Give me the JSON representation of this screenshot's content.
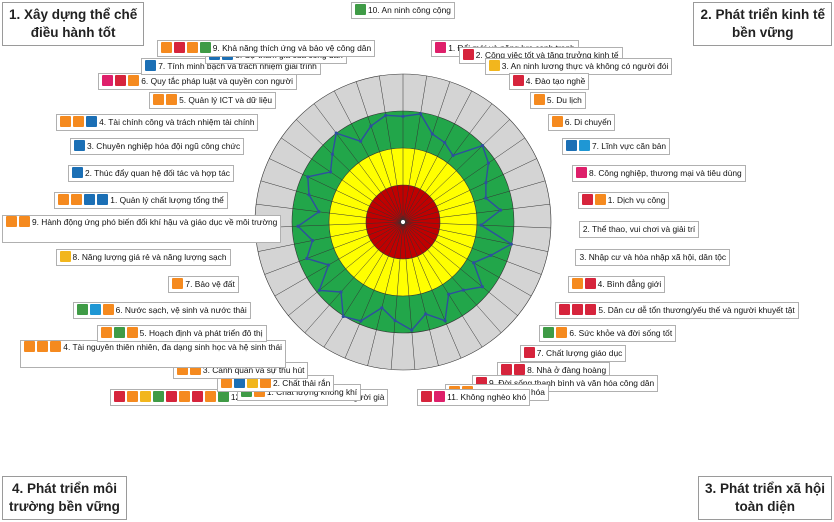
{
  "corners": {
    "top_left": [
      "1. Xây dựng thể chế",
      "điều hành tốt"
    ],
    "top_right": [
      "2. Phát triển kinh tế",
      "bền vững"
    ],
    "bottom_left": [
      "4. Phát triển môi",
      "trường bền vững"
    ],
    "bottom_right": [
      "3. Phát triển xã hội",
      "toàn diện"
    ]
  },
  "colors": {
    "red": "#c00000",
    "yellow": "#ffff00",
    "green": "#22a64a",
    "gray": "#d4d4d4",
    "line": "#2e4f9e",
    "sdg_orange": "#f58a1f",
    "sdg_red": "#d6243c",
    "sdg_green": "#3f9b46",
    "sdg_blue": "#1b6fb5",
    "sdg_teal": "#1f97d4",
    "sdg_gold": "#f2b61d",
    "sdg_pink": "#de1f6a"
  },
  "chart_data": {
    "type": "radar",
    "ring_scale": [
      0,
      25,
      50,
      75,
      100
    ],
    "ring_colors": [
      "red",
      "yellow",
      "green",
      "gray"
    ],
    "categories": [
      {
        "label": "10. An ninh công cộng",
        "icons": [
          "sdg_green"
        ],
        "value": 71.4
      },
      {
        "label": "1. Đổi mới và năng lực cạnh tranh",
        "icons": [
          "sdg_pink"
        ],
        "value": 74.0
      },
      {
        "label": "2. Công việc tốt và tăng trưởng kinh tế",
        "icons": [
          "sdg_red"
        ],
        "value": 62.7
      },
      {
        "label": "3. An ninh lương thực và không có người đói",
        "icons": [
          "sdg_gold"
        ],
        "value": 60.6
      },
      {
        "label": "4. Đào tạo nghề",
        "icons": [
          "sdg_red"
        ],
        "value": 56.2
      },
      {
        "label": "5. Du lịch",
        "icons": [
          "sdg_orange"
        ],
        "value": 74.5
      },
      {
        "label": "6. Di chuyển",
        "icons": [
          "sdg_orange"
        ],
        "value": 70.1
      },
      {
        "label": "7. Lĩnh vực căn bản",
        "icons": [
          "sdg_blue",
          "sdg_teal"
        ],
        "value": 62.0
      },
      {
        "label": "8. Công nghiệp, thương mại và tiêu dùng",
        "icons": [
          "sdg_pink"
        ],
        "value": 58.3
      },
      {
        "label": "1. Dịch vụ công",
        "icons": [
          "sdg_red",
          "sdg_orange"
        ],
        "value": 66.4
      },
      {
        "label": "2. Thể thao, vui chơi và giải trí",
        "icons": [],
        "value": 52.8
      },
      {
        "label": "3. Nhập cư và hòa nhập xã hội, dân tộc",
        "icons": [],
        "value": 74.7
      },
      {
        "label": "4. Bình đẳng giới",
        "icons": [
          "sdg_orange",
          "sdg_red"
        ],
        "value": 63.5
      },
      {
        "label": "5. Dân cư dễ tổn thương/yếu thế và người khuyết tật",
        "icons": [
          "sdg_red",
          "sdg_red",
          "sdg_red"
        ],
        "value": 55.1
      },
      {
        "label": "6. Sức khỏe và đời sống tốt",
        "icons": [
          "sdg_green",
          "sdg_orange"
        ],
        "value": 69.2
      },
      {
        "label": "7. Chất lượng giáo dục",
        "icons": [
          "sdg_red"
        ],
        "value": 61.5
      },
      {
        "label": "8. Nhà ở đàng hoàng",
        "icons": [
          "sdg_red",
          "sdg_red"
        ],
        "value": 57.7
      },
      {
        "label": "9. Đời sống thanh bình và văn hóa công dân",
        "icons": [
          "sdg_red"
        ],
        "value": 72.5
      },
      {
        "label": "10. Di sản văn hóa",
        "icons": [
          "sdg_orange",
          "sdg_orange"
        ],
        "value": 64.0
      },
      {
        "label": "11. Không nghèo khó",
        "icons": [
          "sdg_red",
          "sdg_pink"
        ],
        "value": 73.3
      },
      {
        "label": "12. Trẻ em, thanh thiếu niên và người già",
        "icons": [
          "sdg_red",
          "sdg_orange",
          "sdg_gold",
          "sdg_green",
          "sdg_red",
          "sdg_orange",
          "sdg_red",
          "sdg_orange",
          "sdg_green"
        ],
        "value": 66.8
      },
      {
        "label": "1. Chất lượng không khí",
        "icons": [
          "sdg_green",
          "sdg_orange"
        ],
        "value": 59.7
      },
      {
        "label": "2. Chất thải rắn",
        "icons": [
          "sdg_orange",
          "sdg_blue",
          "sdg_gold",
          "sdg_orange"
        ],
        "value": 72.7
      },
      {
        "label": "3. Cảnh quan và sự thu hút",
        "icons": [
          "sdg_orange",
          "sdg_orange"
        ],
        "value": 75.5
      },
      {
        "label": "4. Tài nguyên thiên nhiên, đa dạng sinh học và hệ sinh thái",
        "icons": [
          "sdg_orange",
          "sdg_orange",
          "sdg_orange"
        ],
        "value": 63.2
      },
      {
        "label": "5. Hoạch định và phát triển đô thị",
        "icons": [
          "sdg_orange",
          "sdg_green",
          "sdg_orange"
        ],
        "value": 73.0
      },
      {
        "label": "6. Nước sạch, vệ sinh và nước thải",
        "icons": [
          "sdg_green",
          "sdg_teal",
          "sdg_orange"
        ],
        "value": 58.1
      },
      {
        "label": "7. Bảo vệ đất",
        "icons": [
          "sdg_orange"
        ],
        "value": 69.5
      },
      {
        "label": "8. Năng lượng giá rẻ và năng lượng sạch",
        "icons": [
          "sdg_gold"
        ],
        "value": 62.4
      },
      {
        "label": "9. Hành động ứng phó biến đổi khí hậu và giáo dục về môi trường",
        "icons": [
          "sdg_orange",
          "sdg_orange"
        ],
        "value": 71.0
      },
      {
        "label": "1. Quản lý chất lượng tổng thể",
        "icons": [
          "sdg_orange",
          "sdg_orange",
          "sdg_blue",
          "sdg_blue"
        ],
        "value": 57.3
      },
      {
        "label": "2. Thúc đẩy quan hệ đối tác và hợp tác",
        "icons": [
          "sdg_blue"
        ],
        "value": 66.1
      },
      {
        "label": "3. Chuyên nghiệp hóa đội ngũ công chức",
        "icons": [
          "sdg_blue"
        ],
        "value": 71.2
      },
      {
        "label": "4. Tài chính công và trách nhiệm tài chính",
        "icons": [
          "sdg_orange",
          "sdg_orange",
          "sdg_blue"
        ],
        "value": 59.5
      },
      {
        "label": "5. Quản lý ICT và dữ liệu",
        "icons": [
          "sdg_orange",
          "sdg_orange"
        ],
        "value": 66.1
      },
      {
        "label": "6. Quy tắc pháp luật và quyền con người",
        "icons": [
          "sdg_pink",
          "sdg_red",
          "sdg_orange"
        ],
        "value": 75.1
      },
      {
        "label": "7. Tính minh bạch và trách nhiệm giải trình",
        "icons": [
          "sdg_blue"
        ],
        "value": 61.6
      },
      {
        "label": "8. Sự tham gia của công dân",
        "icons": [
          "sdg_blue",
          "sdg_blue"
        ],
        "value": 68.4
      },
      {
        "label": "9. Khả năng thích ứng và bảo vệ công dân",
        "icons": [
          "sdg_orange",
          "sdg_red",
          "sdg_orange",
          "sdg_green"
        ],
        "value": 73.0
      }
    ]
  }
}
